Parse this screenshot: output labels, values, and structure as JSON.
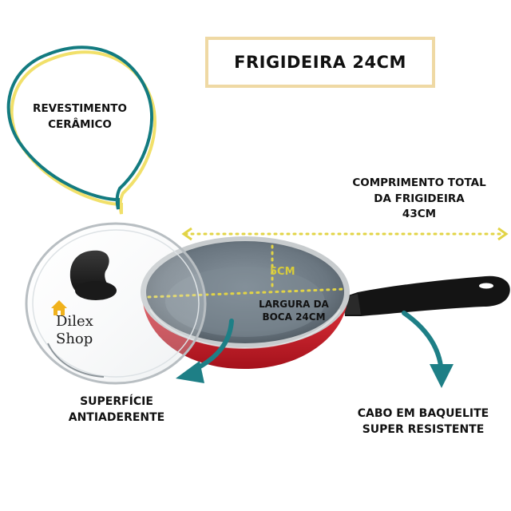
{
  "title": "FRIGIDEIRA 24CM",
  "bubble": {
    "line1": "REVESTIMENTO",
    "line2": "CERÂMICO"
  },
  "length": {
    "line1": "COMPRIMENTO TOTAL",
    "line2": "DA FRIGIDEIRA",
    "line3": "43CM"
  },
  "height_label": "5CM",
  "width": {
    "line1": "LARGURA DA",
    "line2": "BOCA 24CM"
  },
  "superficie": {
    "line1": "SUPERFÍCIE",
    "line2": "ANTIADERENTE"
  },
  "cabo": {
    "line1": "CABO EM BAQUELITE",
    "line2": "SUPER RESISTENTE"
  },
  "logo": {
    "word1": "Dilex",
    "word2": "Shop"
  },
  "colors": {
    "frame": "#efd9a4",
    "bubble_teal": "#137b80",
    "bubble_yellow": "#f1e06a",
    "arrow_teal": "#1e7f86",
    "dimension_yellow": "#e2d446",
    "pan_red": "#cc1f2a",
    "pan_interior": "#6f7c86",
    "handle": "#141414"
  }
}
